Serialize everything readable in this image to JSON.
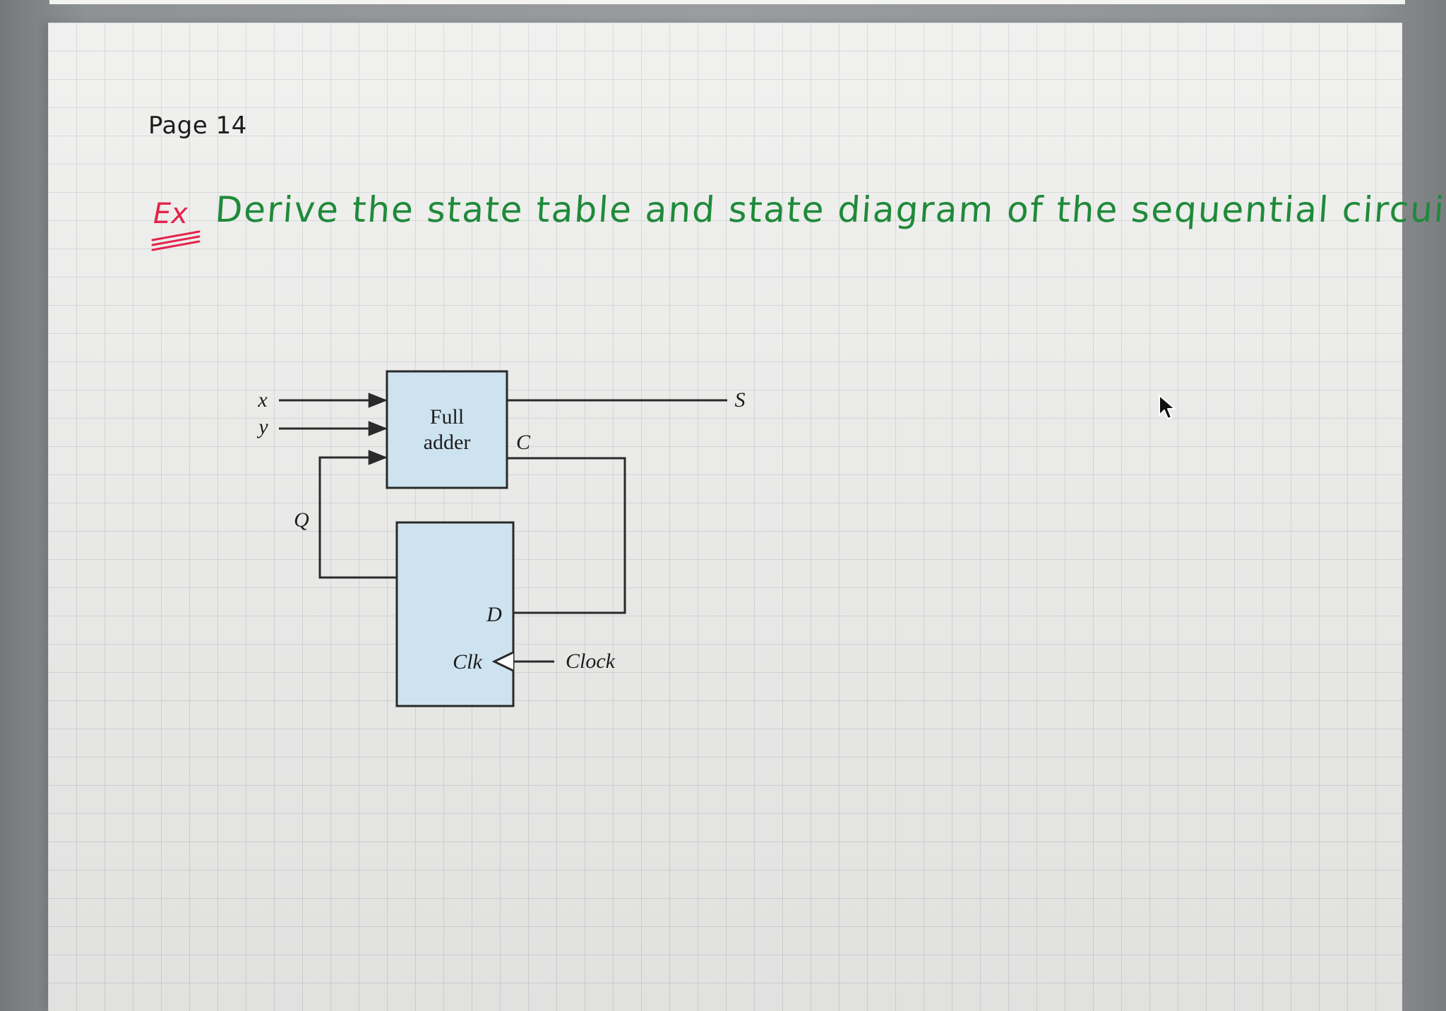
{
  "page": {
    "label": "Page 14"
  },
  "problem": {
    "prefix": "Ex",
    "text": "Derive the state table and state diagram of the sequential circuit"
  },
  "circuit": {
    "inputs": [
      "x",
      "y"
    ],
    "full_adder_label_line1": "Full",
    "full_adder_label_line2": "adder",
    "carry_label": "C",
    "sum_label": "S",
    "flipflop_output_label": "Q",
    "flipflop_input_label": "D",
    "clk_label": "Clk",
    "clock_label": "Clock"
  },
  "colors": {
    "problem_prefix": "#e3234b",
    "problem_text": "#1f8a3a",
    "block_fill": "#cde3ef",
    "wire": "#2a2a2a"
  },
  "icons": [
    "mouse-pointer-icon"
  ]
}
